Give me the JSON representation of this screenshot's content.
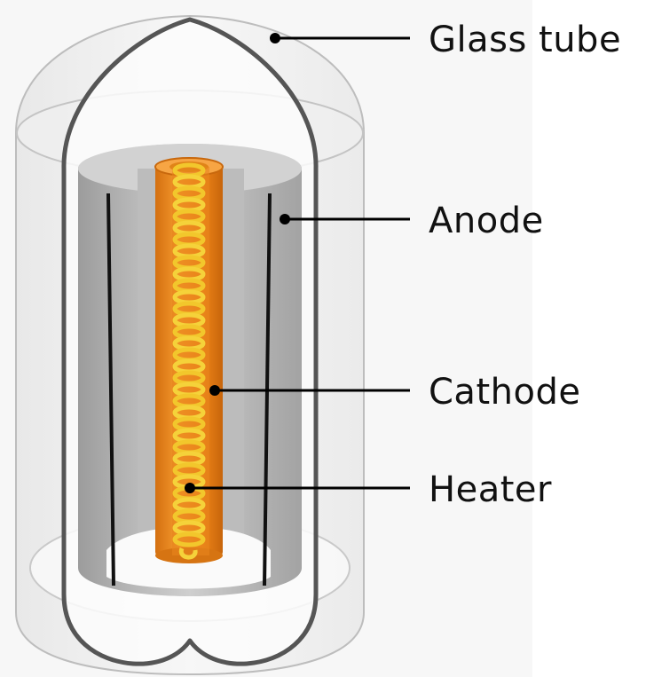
{
  "labels": {
    "glass_tube": "Glass tube",
    "anode": "Anode",
    "cathode": "Cathode",
    "heater": "Heater"
  },
  "colors": {
    "background": "#ffffff",
    "backdrop": "#f4f4f4",
    "glass": "#e9e9e9",
    "glass_outline": "#5a5a5a",
    "anode_outer": "#a9a9a9",
    "anode_inner": "#c9c9c9",
    "cathode": "#f08a1c",
    "cathode_dark": "#c8680d",
    "heater": "#f5d23a",
    "heater_dark": "#d9a714",
    "leader_line": "#000000"
  }
}
